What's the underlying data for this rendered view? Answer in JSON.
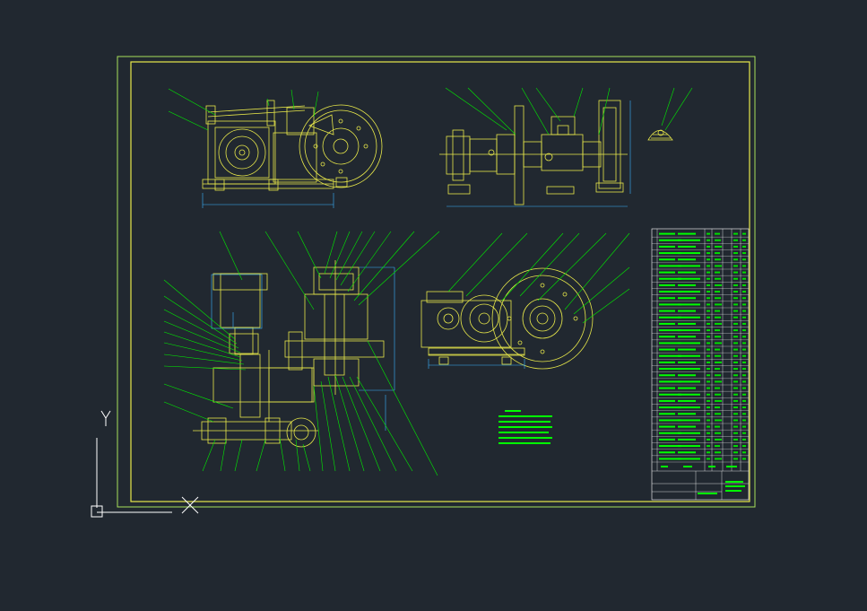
{
  "app": {
    "title": "",
    "drawing_area_background": "#212830"
  },
  "ucs": {
    "y_label": "Y",
    "x_marker": "X"
  },
  "colors": {
    "frame": "#a8e05a",
    "geometry": "#e8e84a",
    "leaders": "#00ee00",
    "dimensions": "#3bb3ff",
    "highlight": "#00ff00",
    "cursor": "#ffffff"
  },
  "views": [
    {
      "id": "front-view-top",
      "kind": "assembly-side-view"
    },
    {
      "id": "side-section-top",
      "kind": "shaft-section"
    },
    {
      "id": "detail-view",
      "kind": "small-detail"
    },
    {
      "id": "main-assembly",
      "kind": "gearbox-assembly"
    },
    {
      "id": "end-view",
      "kind": "wheel-end-view"
    }
  ],
  "technical_notes": {
    "line_count": 6
  },
  "parts_list": {
    "row_count": 36,
    "columns": 7
  }
}
